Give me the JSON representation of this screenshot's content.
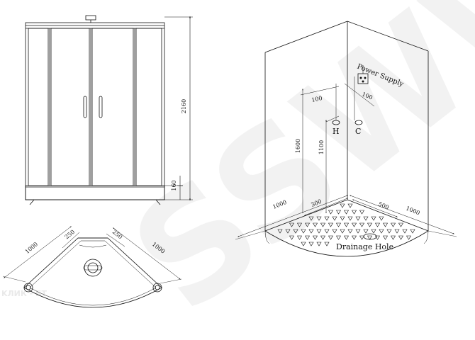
{
  "watermark": {
    "text": "SSWW",
    "corner_text": "KЛИК - БТ"
  },
  "front_view": {
    "height_label": "2160",
    "base_label": "160"
  },
  "top_view": {
    "dim_left": "1000",
    "dim_250_a": "250",
    "dim_250_b": "250",
    "dim_right": "1000"
  },
  "iso_view": {
    "power_supply": "Power Supply",
    "dim_100_a": "100",
    "dim_100_b": "100",
    "hot": "H",
    "cold": "C",
    "dim_1600": "1600",
    "dim_1100": "1100",
    "dim_1000_left": "1000",
    "dim_300": "300",
    "dim_500": "500",
    "dim_1000_right": "1000",
    "drain": "Drainage Hole"
  }
}
